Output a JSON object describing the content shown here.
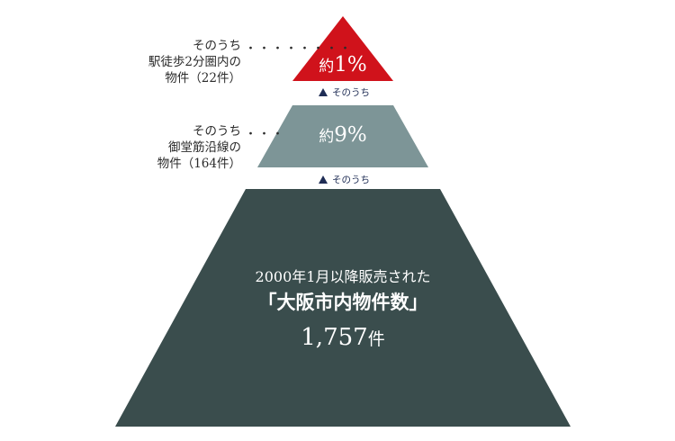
{
  "tiers": [
    {
      "id": "top",
      "value_prefix": "約",
      "value_number": "1%",
      "color": "#d0121b",
      "side_label_lines": [
        "そのうち",
        "駅徒歩2分圏内の",
        "物件（22件）"
      ]
    },
    {
      "id": "middle",
      "value_prefix": "約",
      "value_number": "9%",
      "color": "#7d9597",
      "side_label_lines": [
        "そのうち",
        "御堂筋沿線の",
        "物件（164件）"
      ]
    },
    {
      "id": "base",
      "color": "#3a4d4d",
      "line1": "2000年1月以降販売された",
      "line2": "「大阪市内物件数」",
      "count_number": "1,757",
      "count_unit": "件"
    }
  ],
  "connectors": [
    {
      "label": "そのうち"
    },
    {
      "label": "そのうち"
    }
  ],
  "leader_dots": {
    "top": "・・・・・・・・",
    "middle": "・・・"
  }
}
